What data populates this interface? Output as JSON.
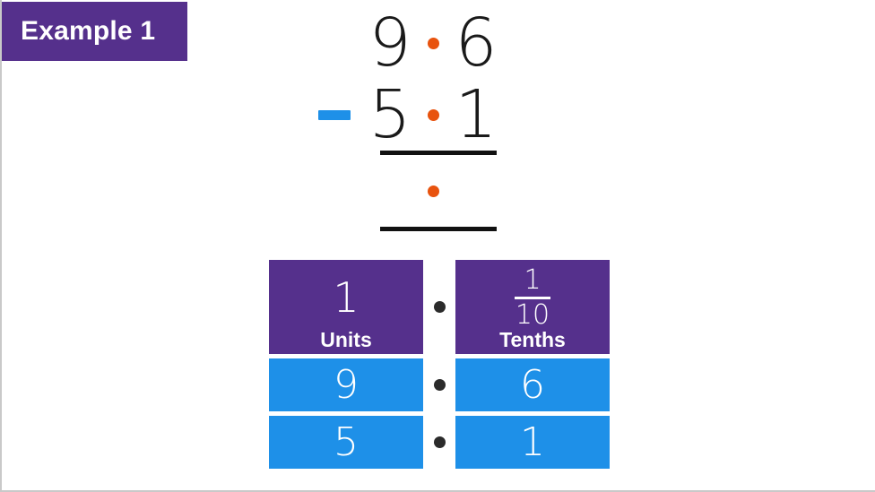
{
  "badge": {
    "label": "Example 1"
  },
  "colors": {
    "purple": "#55308C",
    "blue": "#1E90E8",
    "orange": "#E8530E",
    "dark": "#2b2b2b",
    "background": "#ffffff"
  },
  "calculation": {
    "minuend": {
      "units": "9",
      "tenths": "6"
    },
    "subtrahend": {
      "operator": "-",
      "units": "5",
      "tenths": "1"
    },
    "answer": {
      "units": "",
      "tenths": ""
    },
    "decimal_point": "•"
  },
  "place_value_table": {
    "header": {
      "units": {
        "symbol": "1",
        "label": "Units"
      },
      "tenths": {
        "numerator": "1",
        "denominator": "10",
        "label": "Tenths"
      }
    },
    "separator": "•",
    "rows": [
      {
        "units": "9",
        "tenths": "6"
      },
      {
        "units": "5",
        "tenths": "1"
      }
    ]
  }
}
